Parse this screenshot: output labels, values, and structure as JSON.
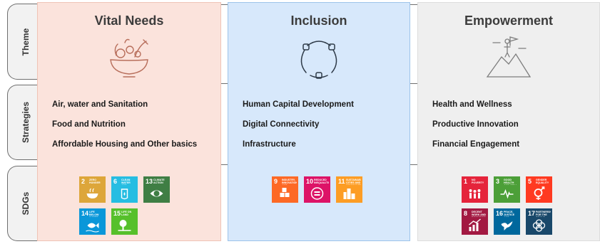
{
  "rows": {
    "theme": "Theme",
    "strategies": "Strategies",
    "sdgs": "SDGs"
  },
  "columns": [
    {
      "title": "Vital Needs",
      "icon": "salad-bowl-icon",
      "strategies": [
        "Air, water and Sanitation",
        "Food and Nutrition",
        "Affordable Housing and Other basics"
      ],
      "sdgs": [
        {
          "number": "2",
          "label": "Zero Hunger",
          "color": "#DDA63A",
          "icon": "bowl-icon"
        },
        {
          "number": "6",
          "label": "Clean Water and Sanitation",
          "color": "#26BDE2",
          "icon": "water-drop-icon"
        },
        {
          "number": "13",
          "label": "Climate Action",
          "color": "#3F7E44",
          "icon": "eye-earth-icon"
        },
        {
          "number": "14",
          "label": "Life Below Water",
          "color": "#0A97D9",
          "icon": "fish-icon"
        },
        {
          "number": "15",
          "label": "Life on Land",
          "color": "#56C02B",
          "icon": "tree-icon"
        }
      ]
    },
    {
      "title": "Inclusion",
      "icon": "linked-arms-icon",
      "strategies": [
        "Human Capital Development",
        "Digital Connectivity",
        "Infrastructure"
      ],
      "sdgs": [
        {
          "number": "9",
          "label": "Industry, Innovation and Infrastructure",
          "color": "#FD6925",
          "icon": "cubes-icon"
        },
        {
          "number": "10",
          "label": "Reduced Inequalities",
          "color": "#DD1367",
          "icon": "equals-icon"
        },
        {
          "number": "11",
          "label": "Sustainable Cities and Communities",
          "color": "#FD9D24",
          "icon": "buildings-icon"
        }
      ]
    },
    {
      "title": "Empowerment",
      "icon": "mountain-flag-icon",
      "strategies": [
        "Health and Wellness",
        "Productive Innovation",
        "Financial Engagement"
      ],
      "sdgs": [
        {
          "number": "1",
          "label": "No Poverty",
          "color": "#E5243B",
          "icon": "family-icon"
        },
        {
          "number": "3",
          "label": "Good Health and Well-Being",
          "color": "#4C9F38",
          "icon": "heartbeat-icon"
        },
        {
          "number": "5",
          "label": "Gender Equality",
          "color": "#FF3A21",
          "icon": "gender-icon"
        },
        {
          "number": "8",
          "label": "Decent Work and Economic Growth",
          "color": "#A21942",
          "icon": "growth-chart-icon"
        },
        {
          "number": "16",
          "label": "Peace, Justice and Strong Institutions",
          "color": "#00689D",
          "icon": "dove-icon"
        },
        {
          "number": "17",
          "label": "Partnerships for the Goals",
          "color": "#19486A",
          "icon": "rings-icon"
        }
      ]
    }
  ]
}
